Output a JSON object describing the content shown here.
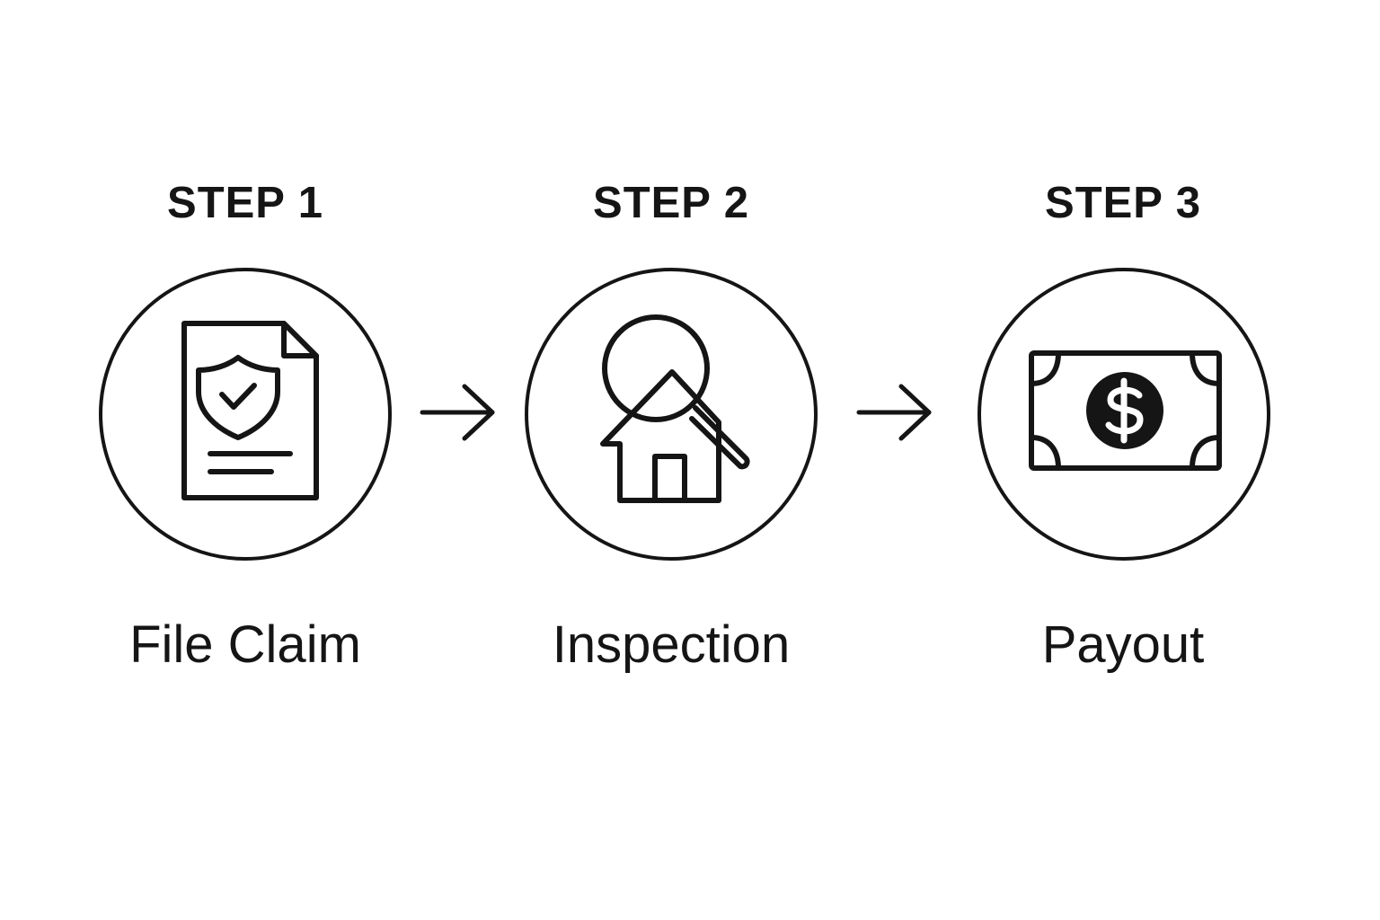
{
  "steps": [
    {
      "title": "STEP 1",
      "label": "File Claim",
      "icon": "document-shield-icon"
    },
    {
      "title": "STEP 2",
      "label": "Inspection",
      "icon": "house-magnifier-icon"
    },
    {
      "title": "STEP 3",
      "label": "Payout",
      "icon": "dollar-bill-icon"
    }
  ],
  "connectors": [
    "arrow-right-icon",
    "arrow-right-icon"
  ],
  "colors": {
    "background": "#ffffff",
    "stroke": "#151515"
  }
}
